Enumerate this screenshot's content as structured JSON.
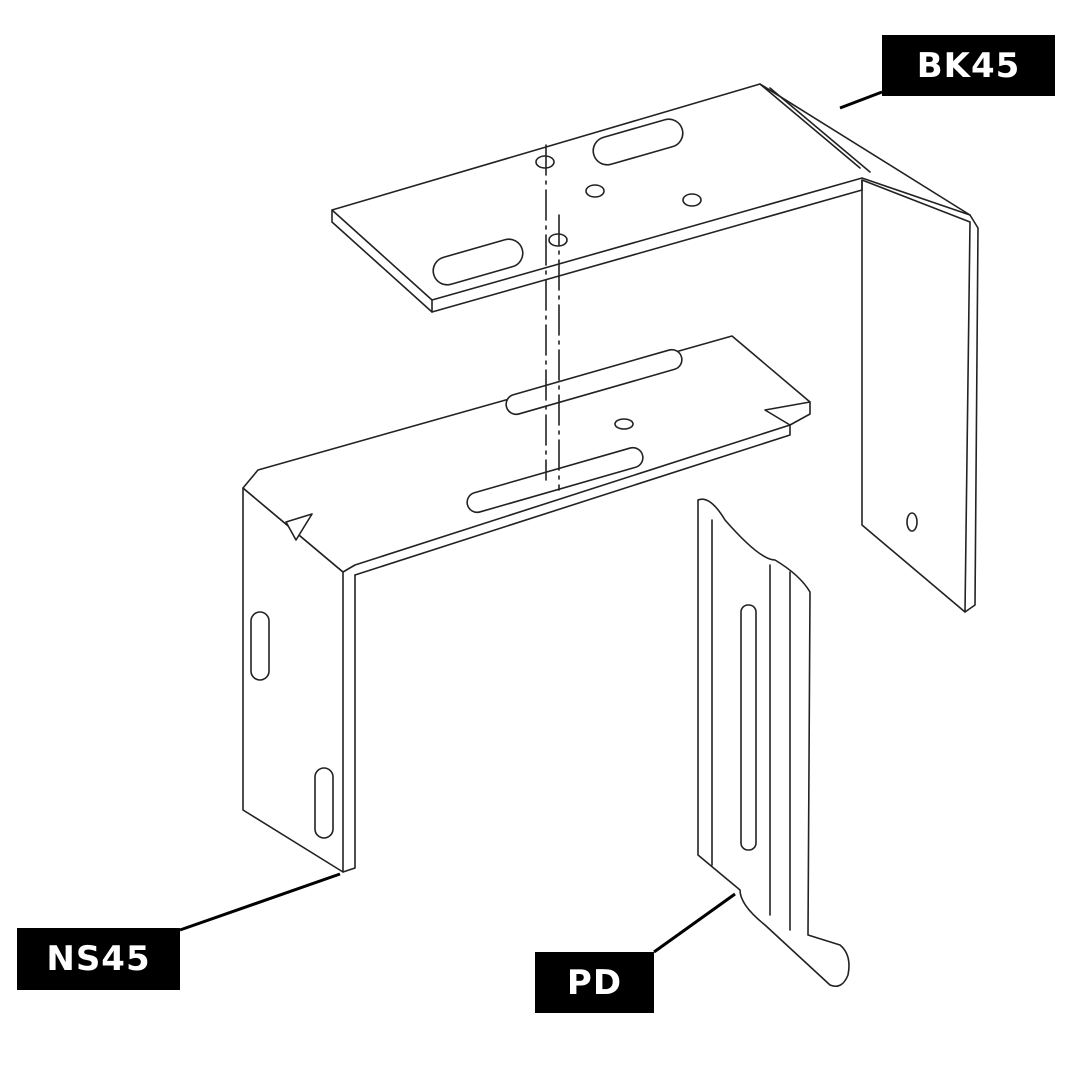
{
  "labels": {
    "bk45": "BK45",
    "ns45": "NS45",
    "pd": "PD"
  },
  "colors": {
    "label_bg": "#000000",
    "label_text": "#ffffff",
    "line": "#222222"
  }
}
